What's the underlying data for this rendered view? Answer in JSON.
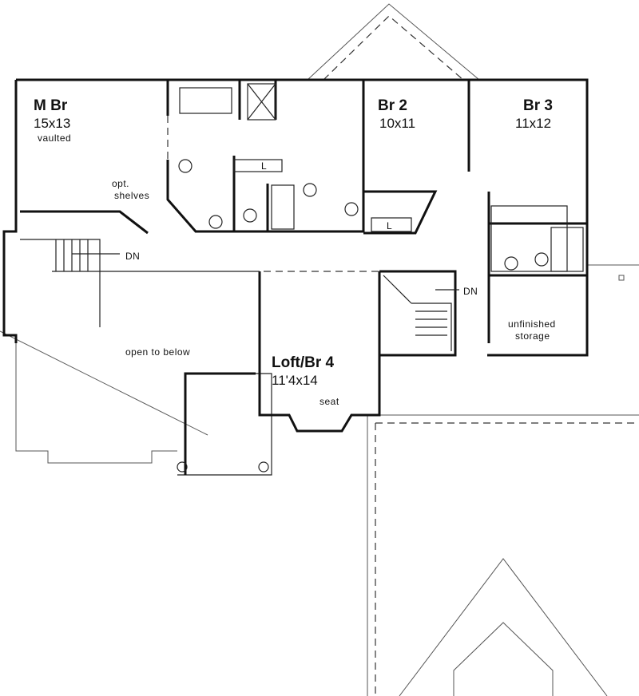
{
  "rooms": {
    "master": {
      "name": "M Br",
      "size": "15x13",
      "note": "vaulted"
    },
    "br2": {
      "name": "Br 2",
      "size": "10x11"
    },
    "br3": {
      "name": "Br 3",
      "size": "11x12"
    },
    "loft": {
      "name": "Loft/Br 4",
      "size": "11'4x14"
    }
  },
  "labels": {
    "opt_shelves_1": "opt.",
    "opt_shelves_2": "shelves",
    "stair_left_dn": "DN",
    "stair_right_dn": "DN",
    "open_to_below": "open to below",
    "storage_1": "unfinished",
    "storage_2": "storage",
    "seat": "seat",
    "laundry_1": "L",
    "laundry_2": "L"
  }
}
